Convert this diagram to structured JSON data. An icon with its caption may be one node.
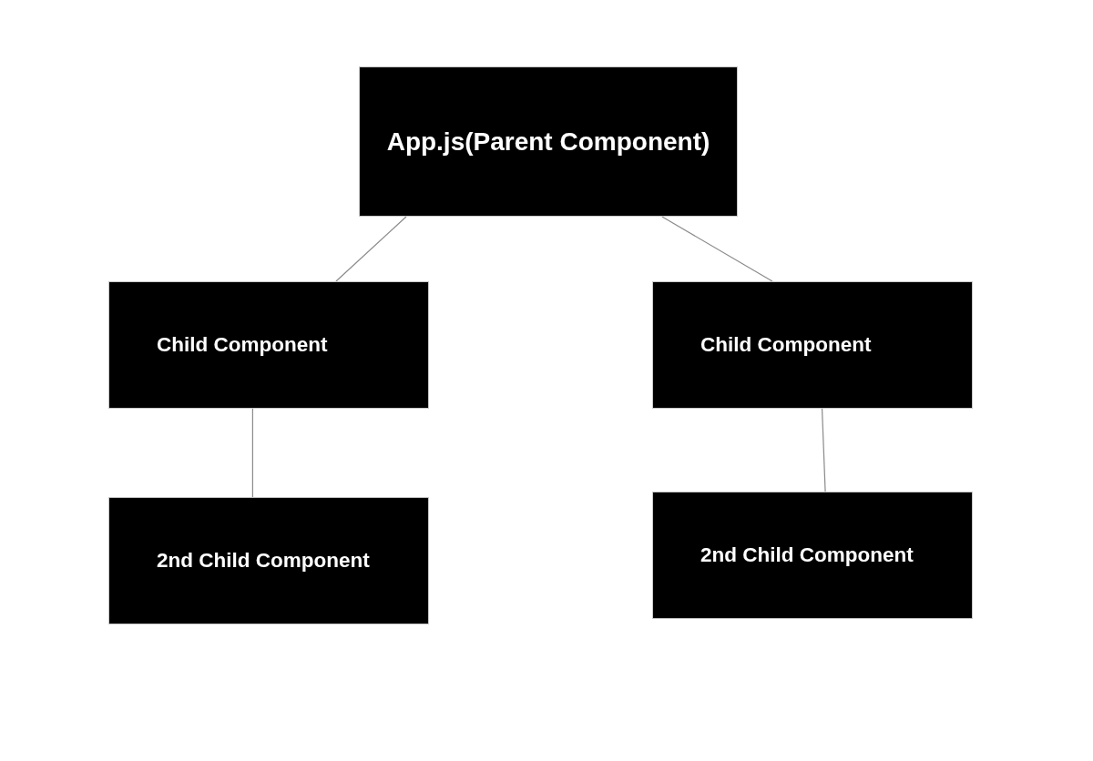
{
  "diagram": {
    "nodes": [
      {
        "text": [
          "App.js(Parent Component)"
        ]
      },
      {
        "text": [
          "Child Component"
        ]
      },
      {
        "text": [
          "Child Component"
        ]
      },
      {
        "text": [
          "2nd Child Component"
        ]
      },
      {
        "text": [
          "2nd Child Component"
        ]
      }
    ],
    "edges": [
      {
        "from": 0,
        "to": 1,
        "arrow": "none"
      },
      {
        "from": 0,
        "to": 2,
        "arrow": "none"
      },
      {
        "from": 1,
        "to": 3,
        "arrow": "none"
      },
      {
        "from": 2,
        "to": 4,
        "arrow": "none"
      }
    ]
  }
}
